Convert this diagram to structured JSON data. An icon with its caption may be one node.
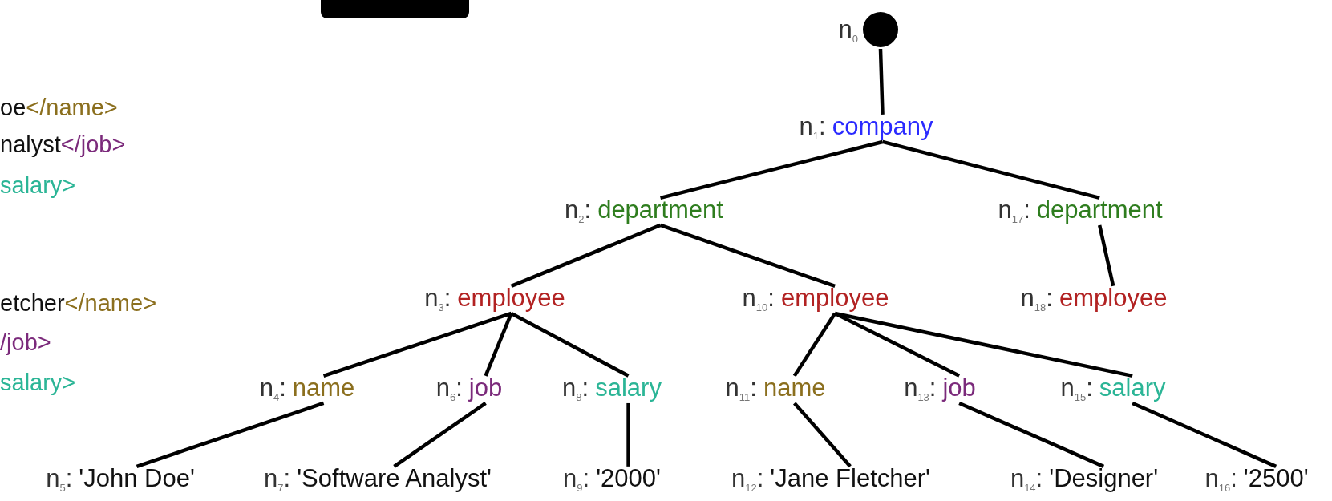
{
  "diagram": {
    "nodes": [
      {
        "text": [],
        "shape": "circle",
        "beside": [
          "n$_{0}$"
        ]
      },
      {
        "text": [
          "n$_{1}$:",
          "company"
        ]
      },
      {
        "text": [
          "n$_{2}$:",
          "department"
        ]
      },
      {
        "text": [
          "n$_{3}$:",
          "employee"
        ]
      },
      {
        "text": [
          "n$_{4}$:",
          "name"
        ]
      },
      {
        "text": [
          "n$_{5}$:",
          "'John Doe'"
        ]
      },
      {
        "text": [
          "n$_{6}$:",
          "job"
        ]
      },
      {
        "text": [
          "n$_{7}$:",
          "'Software Analyst'"
        ]
      },
      {
        "text": [
          "n$_{8}$:",
          "salary"
        ]
      },
      {
        "text": [
          "n$_{9}$:",
          "'2000'"
        ]
      },
      {
        "text": [
          "n$_{10}$:",
          "employee"
        ]
      },
      {
        "text": [
          "n$_{11}$:",
          "name"
        ]
      },
      {
        "text": [
          "n$_{12}$:",
          "'Jane Fletcher'"
        ]
      },
      {
        "text": [
          "n$_{13}$:",
          "job"
        ]
      },
      {
        "text": [
          "n$_{14}$:",
          "'Designer'"
        ]
      },
      {
        "text": [
          "n$_{15}$:",
          "salary"
        ]
      },
      {
        "text": [
          "n$_{16}$:",
          "'2500'"
        ]
      },
      {
        "text": [
          "n$_{17}$:",
          "department"
        ]
      },
      {
        "text": [
          "n$_{18}$:",
          "employee"
        ]
      }
    ],
    "edges": [
      {
        "from": 0,
        "to": 1,
        "arrow": "none"
      },
      {
        "from": 1,
        "to": 2,
        "arrow": "none"
      },
      {
        "from": 1,
        "to": 17,
        "arrow": "none"
      },
      {
        "from": 2,
        "to": 3,
        "arrow": "none"
      },
      {
        "from": 2,
        "to": 10,
        "arrow": "none"
      },
      {
        "from": 3,
        "to": 4,
        "arrow": "none"
      },
      {
        "from": 3,
        "to": 6,
        "arrow": "none"
      },
      {
        "from": 3,
        "to": 8,
        "arrow": "none"
      },
      {
        "from": 4,
        "to": 5,
        "arrow": "none"
      },
      {
        "from": 6,
        "to": 7,
        "arrow": "none"
      },
      {
        "from": 8,
        "to": 9,
        "arrow": "none"
      },
      {
        "from": 10,
        "to": 11,
        "arrow": "none"
      },
      {
        "from": 10,
        "to": 13,
        "arrow": "none"
      },
      {
        "from": 10,
        "to": 15,
        "arrow": "none"
      },
      {
        "from": 11,
        "to": 12,
        "arrow": "none"
      },
      {
        "from": 13,
        "to": 14,
        "arrow": "none"
      },
      {
        "from": 15,
        "to": 16,
        "arrow": "none"
      },
      {
        "from": 17,
        "to": 18,
        "arrow": "none"
      }
    ],
    "labels": [
      "oe",
      "</name>",
      "nalyst",
      "</job>",
      "salary>",
      "etcher",
      "</name>",
      "/job>",
      "salary>"
    ]
  }
}
